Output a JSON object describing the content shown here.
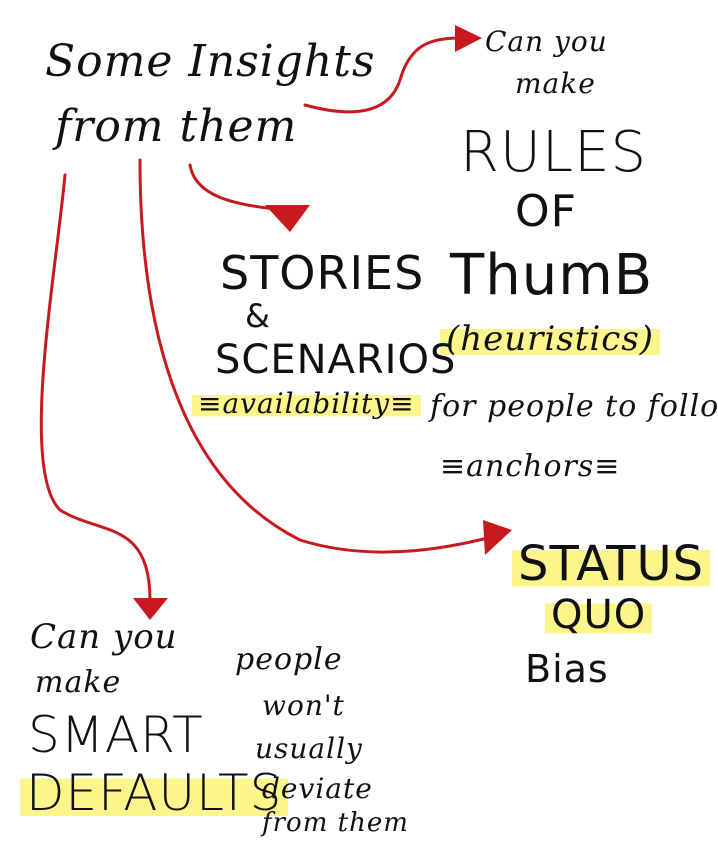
{
  "title": {
    "line1": "Some Insights",
    "line2": "from them"
  },
  "rules": {
    "line1": "Can you",
    "line2": "make",
    "line3": "RULES",
    "line4": "OF",
    "line5": "ThumB",
    "highlight": "(heuristics)",
    "line6": "for people to follow",
    "bias": "≡anchors≡"
  },
  "stories": {
    "line1": "STORIES",
    "line2": "&",
    "line3": "SCENARIOS",
    "bias": "≡availability≡"
  },
  "status_quo": {
    "line1": "STATUS",
    "line2": "QUO",
    "line3": "Bias"
  },
  "defaults": {
    "line1": "Can you",
    "line2": "make",
    "line3": "SMART",
    "line4": "DEFAULTS"
  },
  "note": {
    "line1": "people",
    "line2": "won't",
    "line3": "usually",
    "line4": "deviate",
    "line5": "from them"
  },
  "colors": {
    "arrow": "#c8191e",
    "highlight": "#fbf58c",
    "ink": "#111111"
  }
}
